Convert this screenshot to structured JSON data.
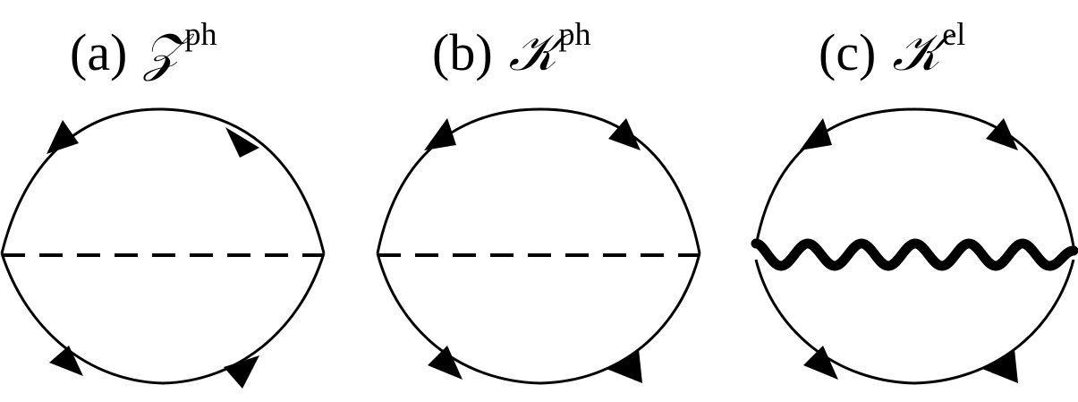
{
  "panels": [
    {
      "tag": "(a)",
      "symbol": "𝒵",
      "superscript": "ph",
      "propagator": "dashed"
    },
    {
      "tag": "(b)",
      "symbol": "𝒦",
      "superscript": "ph",
      "propagator": "dashed"
    },
    {
      "tag": "(c)",
      "symbol": "𝒦",
      "superscript": "el",
      "propagator": "wavy"
    }
  ]
}
